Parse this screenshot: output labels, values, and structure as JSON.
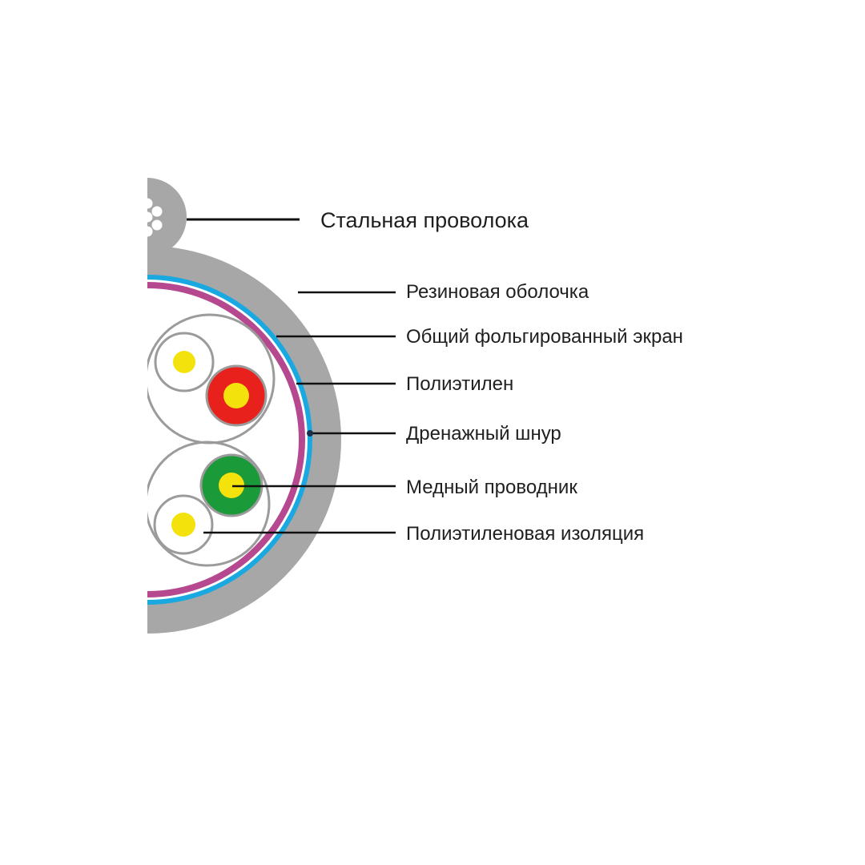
{
  "colors": {
    "sheath": "#a7a7a7",
    "foil_screen": "#1aa8e0",
    "polyethylene": "#b5488f",
    "pair_outline": "#9b9b9b",
    "copper": "#f4e20c",
    "insulation_natural": "#ffffff",
    "insulation_red": "#e8211c",
    "insulation_green": "#1b9a3a",
    "leader_line": "#111111"
  },
  "labels": {
    "steel_wire": "Стальная проволока",
    "rubber_sheath": "Резиновая оболочка",
    "foil_screen": "Общий фольгированный экран",
    "polyethylene": "Полиэтилен",
    "drain_wire": "Дренажный шнур",
    "copper_conductor": "Медный проводник",
    "pe_insulation": "Полиэтиленовая изоляция"
  }
}
